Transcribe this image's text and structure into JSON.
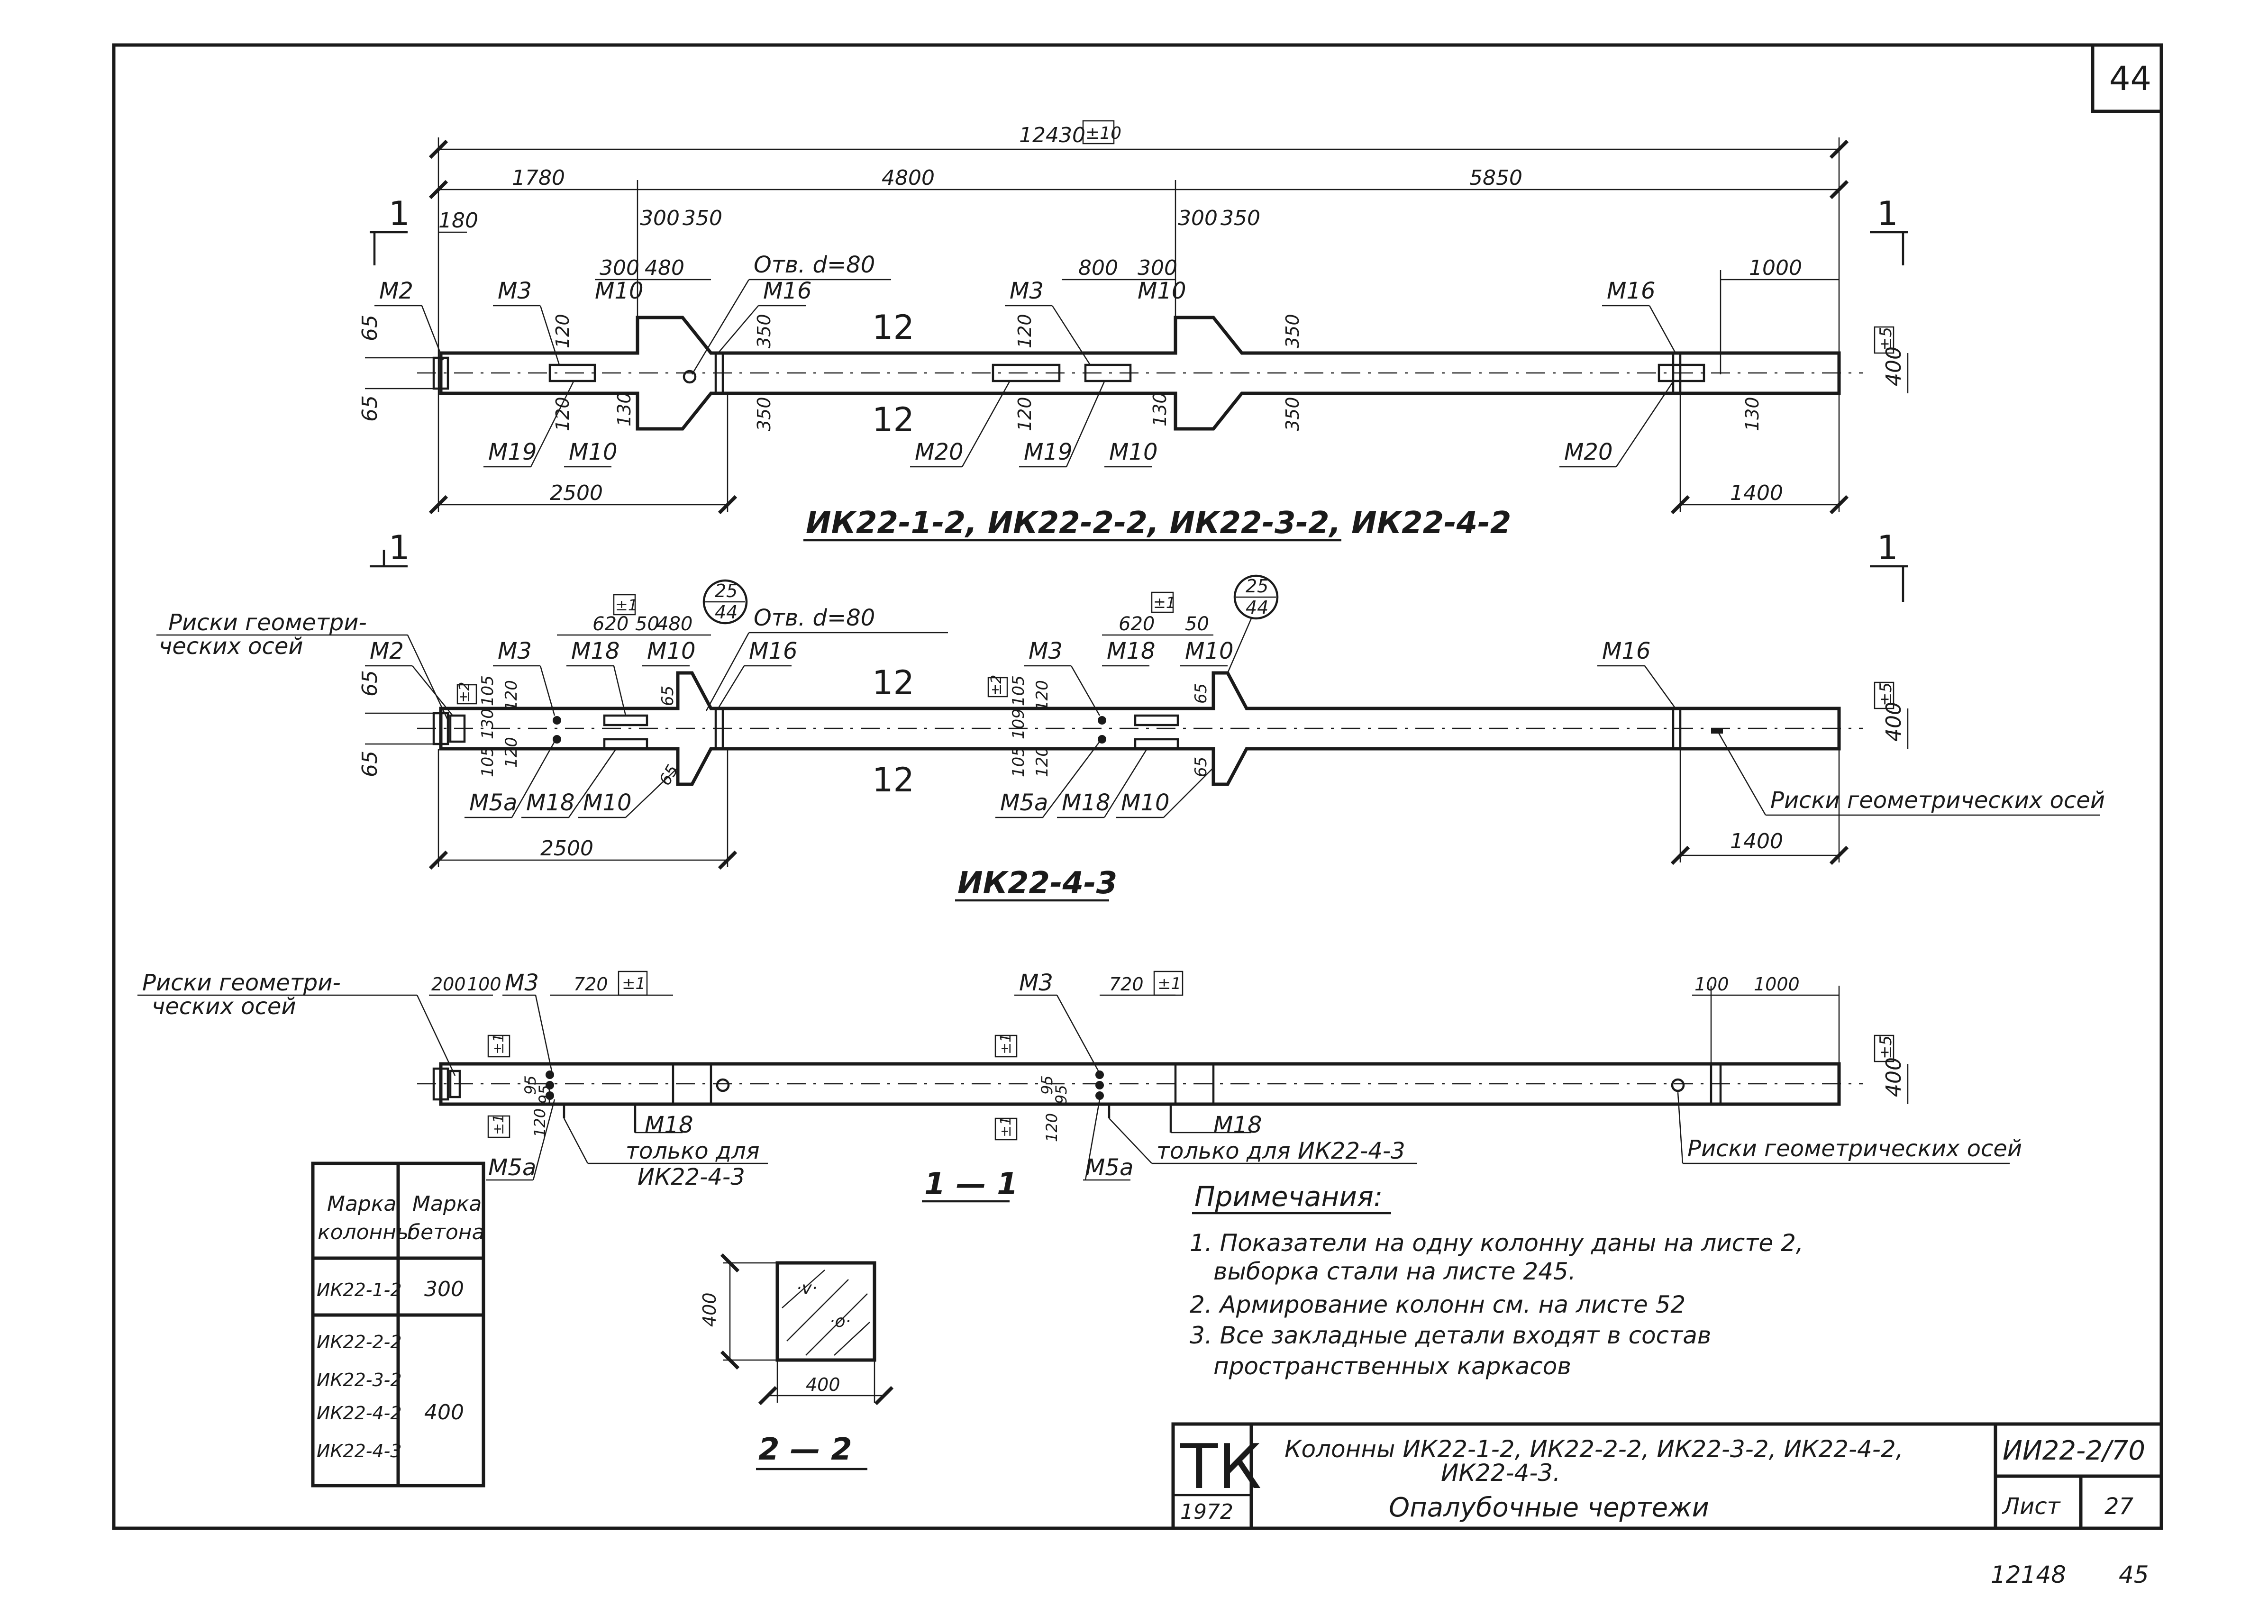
{
  "sheet": {
    "corner_number": "44",
    "stamp_left": "12148",
    "stamp_right": "45"
  },
  "view1": {
    "title": "ИК22-1-2, ИК22-2-2, ИК22-3-2, ИК22-4-2",
    "overall_dim": "12430",
    "overall_tol": "±10",
    "dim_1780": "1780",
    "dim_4800": "4800",
    "dim_5850": "5850",
    "dim_180": "180",
    "dim_300a": "300",
    "dim_350a": "350",
    "dim_300b": "300",
    "dim_480": "480",
    "hole_label": "Отв. d=80",
    "dim_800": "800",
    "dim_300c": "300",
    "dim_300d": "300",
    "dim_350b": "350",
    "dim_1000": "1000",
    "dim_2500": "2500",
    "dim_1400": "1400",
    "dim_400": "400",
    "tol_5": "±5",
    "dim_65a": "65",
    "dim_65b": "65",
    "dim_120a": "120",
    "dim_120b": "120",
    "dim_130a": "130",
    "dim_350c": "350",
    "dim_350d": "350",
    "dim_120c": "120",
    "dim_120d": "120",
    "dim_130b": "130",
    "dim_350e": "350",
    "dim_350f": "350",
    "dim_130c": "130",
    "num_12_top": "12",
    "num_12_bot": "12",
    "m2": "M2",
    "m3a": "M3",
    "m10a": "M10",
    "m16a": "M16",
    "m3b": "M3",
    "m10b": "M10",
    "m16b": "M16",
    "m19a": "M19",
    "m10c": "M10",
    "m20a": "M20",
    "m19b": "M19",
    "m10d": "M10",
    "m20b": "M20",
    "section_mark": "1"
  },
  "view2": {
    "title": "ИК22-4-3",
    "risk_label_1": "Риски геометри-",
    "risk_label_2": "ческих осей",
    "risk_label_right": "Риски геометрических осей",
    "m2": "M2",
    "m3a": "M3",
    "m18a": "M18",
    "m10a": "M10",
    "m16a": "M16",
    "m3b": "M3",
    "m18b": "M18",
    "m10b": "M10",
    "m16b": "M16",
    "m5a_a": "M5a",
    "m18c": "M18",
    "m10c": "M10",
    "m5a_b": "M5a",
    "m18d": "M18",
    "m10d": "M10",
    "dim_620a": "620",
    "tol_1a": "±1",
    "dim_50a": "50",
    "dim_480": "480",
    "hole_label": "Отв. d=80",
    "dim_620b": "620",
    "tol_1b": "±1",
    "dim_50b": "50",
    "callout_top": "25",
    "callout_bot": "44",
    "callout2_top": "25",
    "callout2_bot": "44",
    "dim_2500": "2500",
    "dim_1400": "1400",
    "dim_400": "400",
    "tol_5": "±5",
    "num_12_top": "12",
    "num_12_bot": "12",
    "dim_65a": "65",
    "dim_65b": "65",
    "tol_2a": "±2",
    "tol_2b": "±2",
    "dim_105a": "105",
    "dim_120a": "120",
    "dim_130a": "130",
    "dim_120b": "120",
    "dim_105b": "105",
    "dim_65c": "65",
    "dim_65d": "65",
    "dim_105c": "105",
    "dim_109": "109",
    "dim_120c": "120",
    "dim_120d": "120",
    "dim_105d": "105",
    "dim_65e": "65",
    "dim_65f": "65"
  },
  "view3": {
    "title": "1 — 1",
    "risk_label_1": "Риски геометри-",
    "risk_label_2": "ческих осей",
    "risk_label_right": "Риски геометрических осей",
    "dim_200": "200",
    "dim_100a": "100",
    "m3a": "M3",
    "dim_720a": "720",
    "tol_1a": "±1",
    "m3b": "M3",
    "dim_720b": "720",
    "tol_1b": "±1",
    "dim_100b": "100",
    "dim_1000": "1000",
    "tol_1c": "±1",
    "tol_1d": "±1",
    "tol_1e": "±1",
    "tol_1f": "±1",
    "dim_95a": "95",
    "dim_95b": "95",
    "dim_95c": "95",
    "dim_95d": "95",
    "dim_120a": "120",
    "dim_120b": "120",
    "m18a": "M18",
    "m18b": "M18",
    "m5a_a": "M5a",
    "m5a_b": "M5a",
    "only_for_a1": "только для",
    "only_for_a2": "ИК22-4-3",
    "only_for_b": "только для ИК22-4-3",
    "dim_400": "400",
    "tol_5": "±5"
  },
  "section22": {
    "title": "2 — 2",
    "dim_w": "400",
    "dim_h": "400"
  },
  "table": {
    "headers": [
      "Марка колонны",
      "Марка бетона"
    ],
    "col1_h1": "Марка",
    "col1_h2": "колонны",
    "col2_h1": "Марка",
    "col2_h2": "бетона",
    "r1c1": "ИК22-1-2",
    "r1c2": "300",
    "r2c1": "ИК22-2-2",
    "r2c2": "400",
    "r3c1": "ИК22-3-2",
    "r4c1": "ИК22-4-2",
    "r5c1": "ИК22-4-3"
  },
  "notes": {
    "heading": "Примечания:",
    "n1a": "1. Показатели на одну колонну даны на листе 2,",
    "n1b": "выборка стали на листе 245.",
    "n2": "2. Армирование колонн см. на листе 52",
    "n3a": "3. Все закладные детали входят в состав",
    "n3b": "пространственных каркасов"
  },
  "titleblock": {
    "org": "ТК",
    "year": "1972",
    "line1": "Колонны  ИК22-1-2, ИК22-2-2, ИК22-3-2, ИК22-4-2,",
    "line2": "ИК22-4-3.",
    "line3": "Опалубочные чертежи",
    "code": "ИИ22-2/70",
    "sheet_label": "Лист",
    "sheet_num": "27"
  }
}
